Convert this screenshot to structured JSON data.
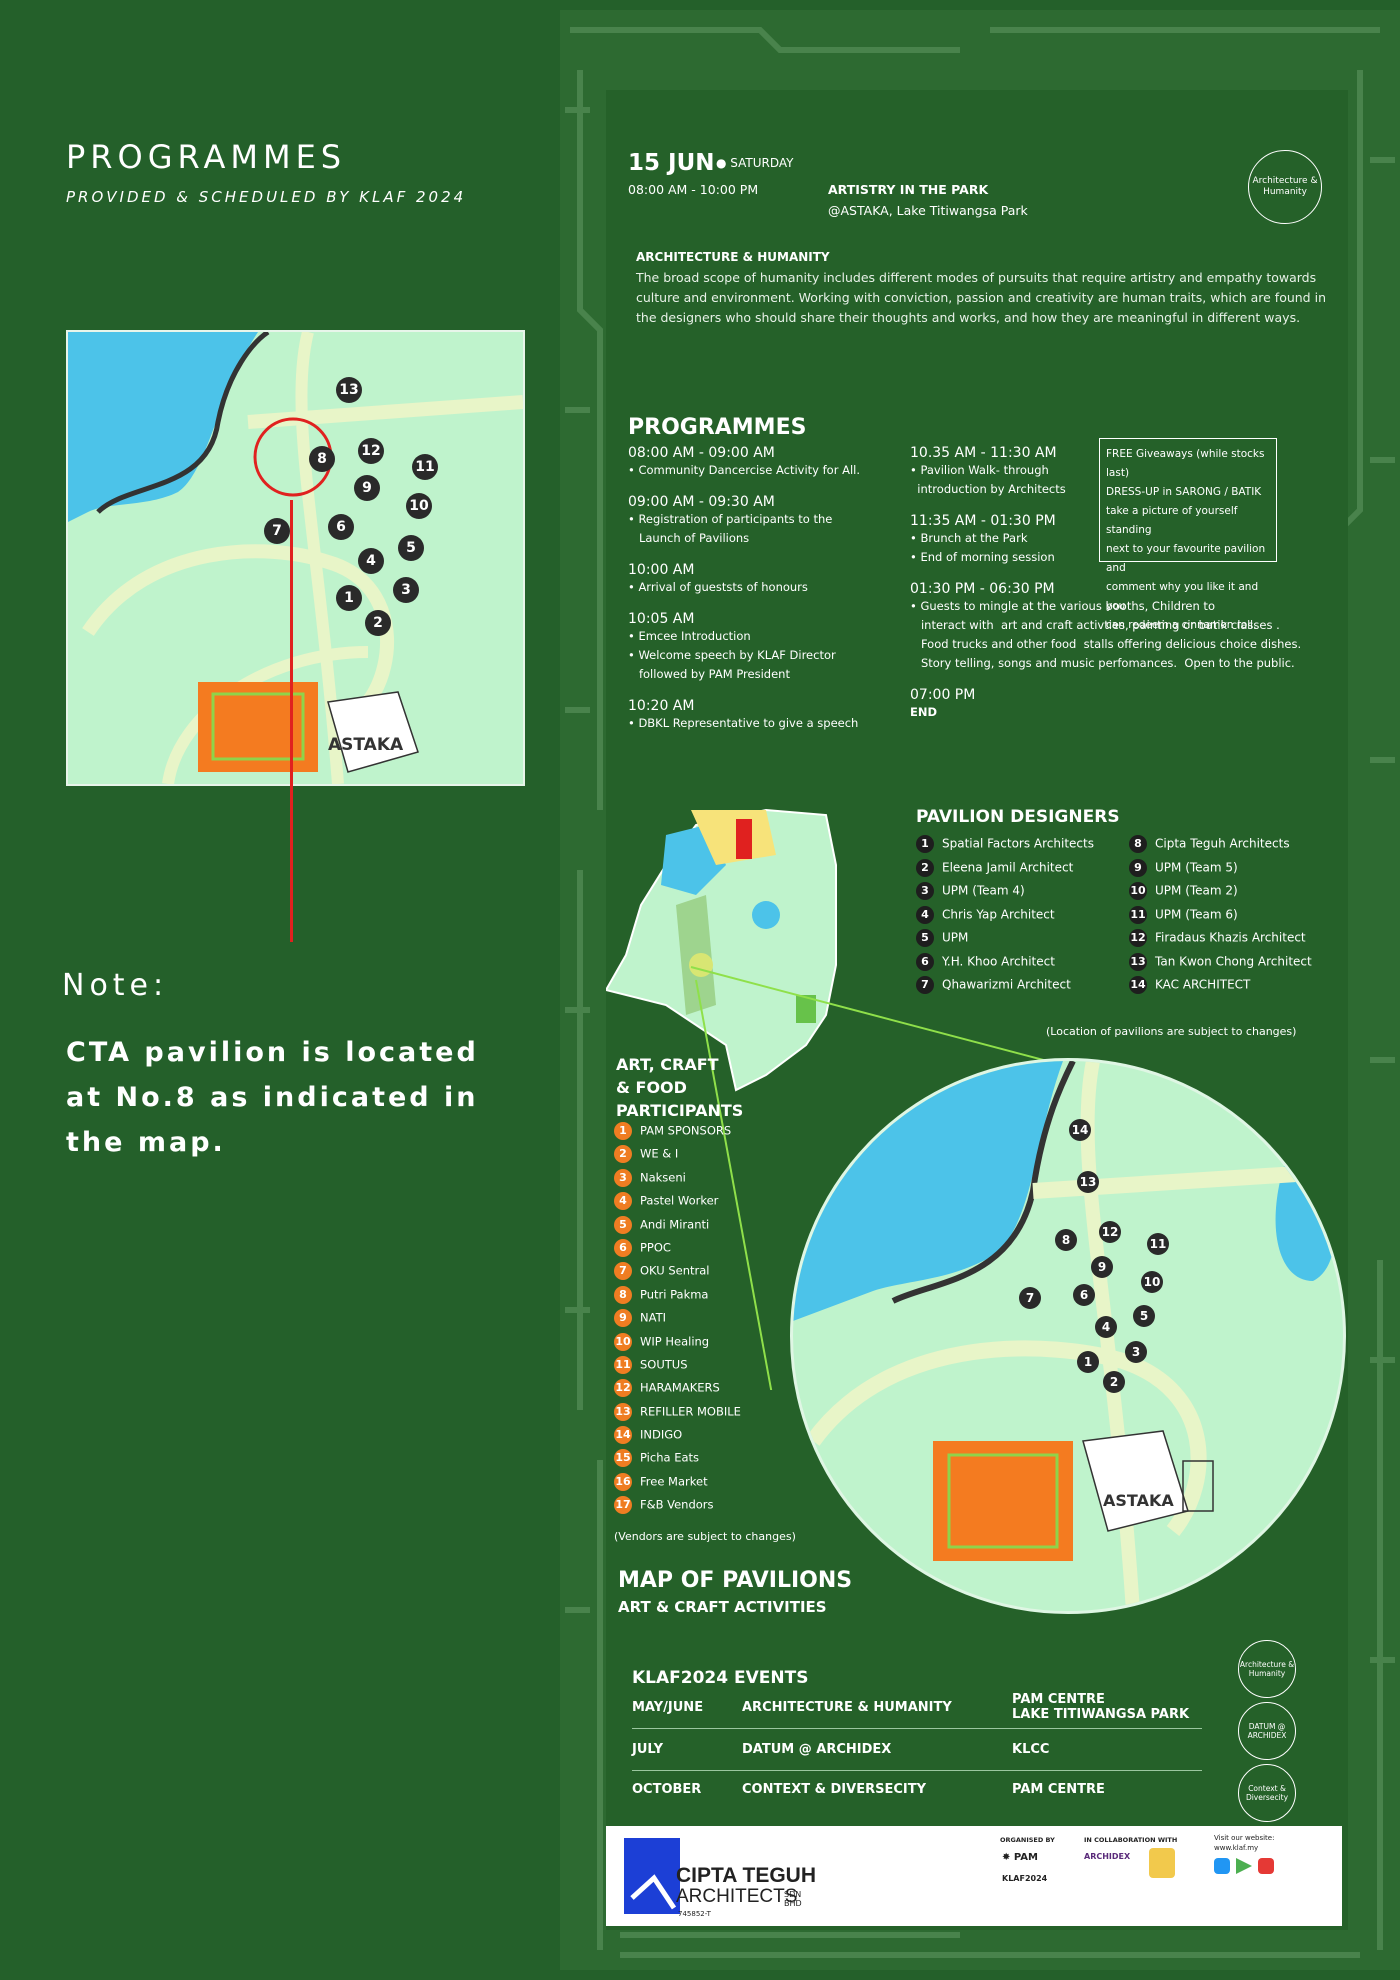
{
  "left": {
    "title": "PROGRAMMES",
    "subtitle": "PROVIDED & SCHEDULED BY KLAF 2024",
    "map_label": "ASTAKA",
    "note_heading": "Note:",
    "note_body": "CTA pavilion is located at No.8 as indicated in the map."
  },
  "header": {
    "date": "15 JUN",
    "day": "SATURDAY",
    "time": "08:00 AM - 10:00 PM",
    "event_name": "ARTISTRY IN THE PARK",
    "venue": "@ASTAKA, Lake Titiwangsa Park",
    "badge": "Architecture & Humanity"
  },
  "theme": {
    "heading": "ARCHITECTURE & HUMANITY",
    "body": "The broad scope of humanity includes different modes of pursuits that require artistry and empathy towards culture and environment. Working with conviction, passion and creativity are human traits, which are found in the designers who should share their thoughts and works, and how they are meaningful in different ways."
  },
  "programmes": {
    "heading": "PROGRAMMES",
    "col1": [
      {
        "time": "08:00 AM - 09:00 AM",
        "items": [
          "• Community Dancercise Activity for All."
        ]
      },
      {
        "time": "09:00 AM - 09:30 AM",
        "items": [
          "• Registration of participants to the",
          "   Launch of Pavilions"
        ]
      },
      {
        "time": "10:00 AM",
        "items": [
          "• Arrival of gueststs of honours"
        ]
      },
      {
        "time": "10:05 AM",
        "items": [
          "• Emcee Introduction",
          "• Welcome speech by KLAF Director",
          "   followed by PAM President"
        ]
      },
      {
        "time": "10:20 AM",
        "items": [
          "• DBKL Representative to give a speech"
        ]
      }
    ],
    "col2": [
      {
        "time": "10.35 AM - 11:30 AM",
        "items": [
          "• Pavilion Walk- through",
          "  introduction by Architects"
        ]
      },
      {
        "time": "11:35 AM - 01:30 PM",
        "items": [
          "• Brunch at the Park",
          "• End of morning session"
        ]
      },
      {
        "time": "01:30 PM - 06:30 PM",
        "items": [
          "• Guests to mingle at the various booths, Children to",
          "   interact with  art and craft activties, painting or batik classes .",
          "   Food trucks and other food  stalls offering delicious choice dishes.",
          "   Story telling, songs and music perfomances.  Open to the public."
        ]
      },
      {
        "time": "07:00 PM",
        "items": [
          "END"
        ]
      }
    ],
    "giveaway": [
      "FREE Giveaways (while stocks last)",
      "DRESS-UP in SARONG / BATIK",
      "take a picture of yourself standing",
      "next to your favourite pavilion and",
      "comment why you like it and you",
      "can  redeem a cinnamon roll."
    ]
  },
  "designers": {
    "heading": "PAVILION DESIGNERS",
    "col1": [
      {
        "n": "1",
        "name": "Spatial Factors Architects"
      },
      {
        "n": "2",
        "name": "Eleena Jamil Architect"
      },
      {
        "n": "3",
        "name": "UPM (Team 4)"
      },
      {
        "n": "4",
        "name": "Chris Yap Architect"
      },
      {
        "n": "5",
        "name": "UPM"
      },
      {
        "n": "6",
        "name": "Y.H. Khoo Architect"
      },
      {
        "n": "7",
        "name": "Qhawarizmi Architect"
      }
    ],
    "col2": [
      {
        "n": "8",
        "name": "Cipta Teguh Architects"
      },
      {
        "n": "9",
        "name": "UPM (Team 5)"
      },
      {
        "n": "10",
        "name": "UPM (Team 2)"
      },
      {
        "n": "11",
        "name": "UPM (Team 6)"
      },
      {
        "n": "12",
        "name": "Firadaus Khazis Architect"
      },
      {
        "n": "13",
        "name": "Tan Kwon Chong Architect"
      },
      {
        "n": "14",
        "name": "KAC ARCHITECT"
      }
    ],
    "note": "(Location of pavilions are subject to changes)"
  },
  "participants": {
    "heading1": "ART, CRAFT",
    "heading2": "& FOOD",
    "heading3": "PARTICIPANTS",
    "items": [
      "PAM SPONSORS",
      "WE & I",
      "Nakseni",
      "Pastel Worker",
      "Andi Miranti",
      "PPOC",
      "OKU Sentral",
      "Putri Pakma",
      "NATI",
      "WIP Healing",
      "SOUTUS",
      "HARAMAKERS",
      "REFILLER MOBILE",
      "INDIGO",
      "Picha Eats",
      "Free Market",
      "F&B Vendors"
    ],
    "note": "(Vendors are subject to changes)"
  },
  "map": {
    "title": "MAP OF PAVILIONS",
    "subtitle": "ART & CRAFT ACTIVITIES",
    "astaka": "ASTAKA"
  },
  "events": {
    "heading": "KLAF2024 EVENTS",
    "rows": [
      {
        "month": "MAY/JUNE",
        "theme": "ARCHITECTURE & HUMANITY",
        "venue": "PAM CENTRE\nLAKE TITIWANGSA PARK"
      },
      {
        "month": "JULY",
        "theme": "DATUM @ ARCHIDEX",
        "venue": "KLCC"
      },
      {
        "month": "OCTOBER",
        "theme": "CONTEXT & DIVERSECITY",
        "venue": "PAM CENTRE"
      }
    ],
    "badges": [
      "Architecture & Humanity",
      "DATUM @ ARCHIDEX",
      "Context & Diversecity"
    ]
  },
  "footer": {
    "company1": "CIPTA  TEGUH",
    "company2": "ARCHITECTS",
    "company3": "SDN BHD",
    "reg": "745852-T",
    "organised": "ORGANISED BY",
    "collab": "IN COLLABORATION WITH",
    "visit": "Visit our website:",
    "url": "www.klaf.my",
    "pam": "PAM",
    "klaf": "KLAF2024",
    "archidex": "ARCHIDEX"
  },
  "colors": {
    "bg": "#24602a",
    "orange": "#ef7d22",
    "map_green": "#bff3cc",
    "water": "#55c6ea"
  }
}
